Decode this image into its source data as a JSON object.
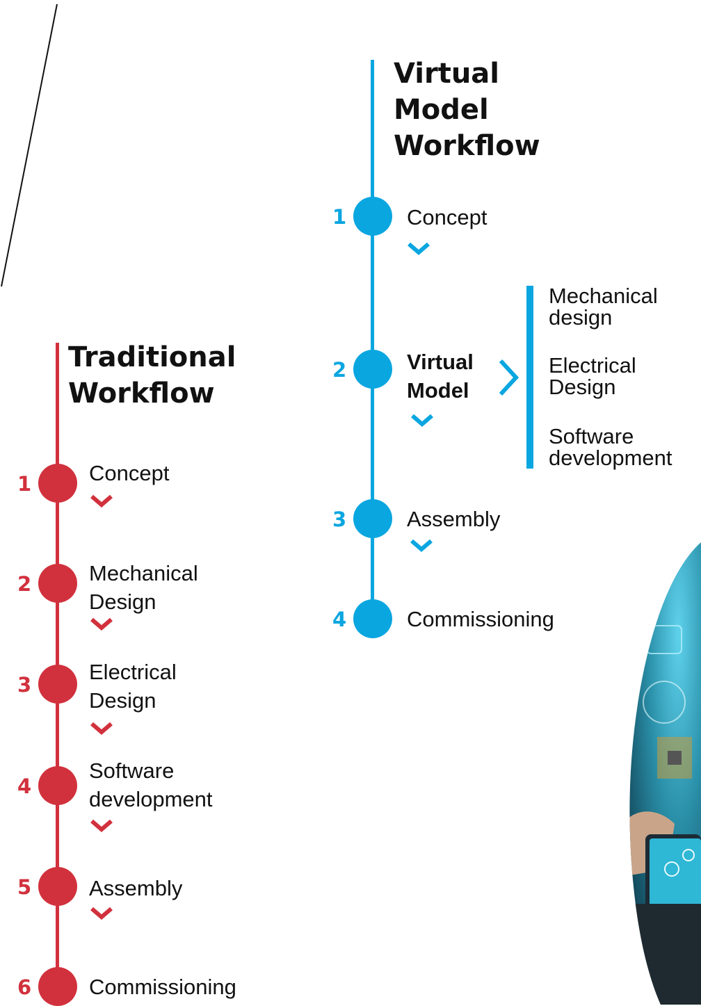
{
  "colors": {
    "traditional": "#d1313d",
    "virtual": "#0aa6e0",
    "text": "#111111"
  },
  "traditional": {
    "title_line1": "Traditional",
    "title_line2": "Workflow",
    "steps": [
      {
        "number": "1",
        "line1": "Concept",
        "line2": ""
      },
      {
        "number": "2",
        "line1": "Mechanical",
        "line2": "Design"
      },
      {
        "number": "3",
        "line1": "Electrical",
        "line2": "Design"
      },
      {
        "number": "4",
        "line1": "Software",
        "line2": "development"
      },
      {
        "number": "5",
        "line1": "Assembly",
        "line2": ""
      },
      {
        "number": "6",
        "line1": "Commissioning",
        "line2": ""
      }
    ]
  },
  "virtual": {
    "title_line1": "Virtual",
    "title_line2": "Model",
    "title_line3": "Workflow",
    "steps": [
      {
        "number": "1",
        "line1": "Concept",
        "line2": ""
      },
      {
        "number": "2",
        "line1": "Virtual",
        "line2": "Model"
      },
      {
        "number": "3",
        "line1": "Assembly",
        "line2": ""
      },
      {
        "number": "4",
        "line1": "Commissioning",
        "line2": ""
      }
    ],
    "sub_steps": [
      {
        "line1": "Mechanical",
        "line2": "design"
      },
      {
        "line1": "Electrical",
        "line2": "Design"
      },
      {
        "line1": "Software",
        "line2": "development"
      }
    ]
  },
  "photo": {
    "icon": "tablet-hand-photo"
  }
}
